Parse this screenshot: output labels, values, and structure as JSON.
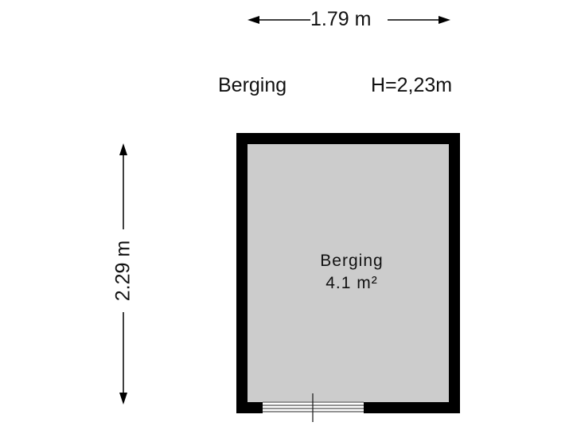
{
  "header": {
    "room_title": "Berging",
    "height_label": "H=2,23m"
  },
  "dimensions": {
    "width_label": "1.79 m",
    "depth_label": "2.29 m"
  },
  "room": {
    "name": "Berging",
    "area": "4.1 m²",
    "fill_color": "#cccccc",
    "wall_color": "#000000"
  }
}
